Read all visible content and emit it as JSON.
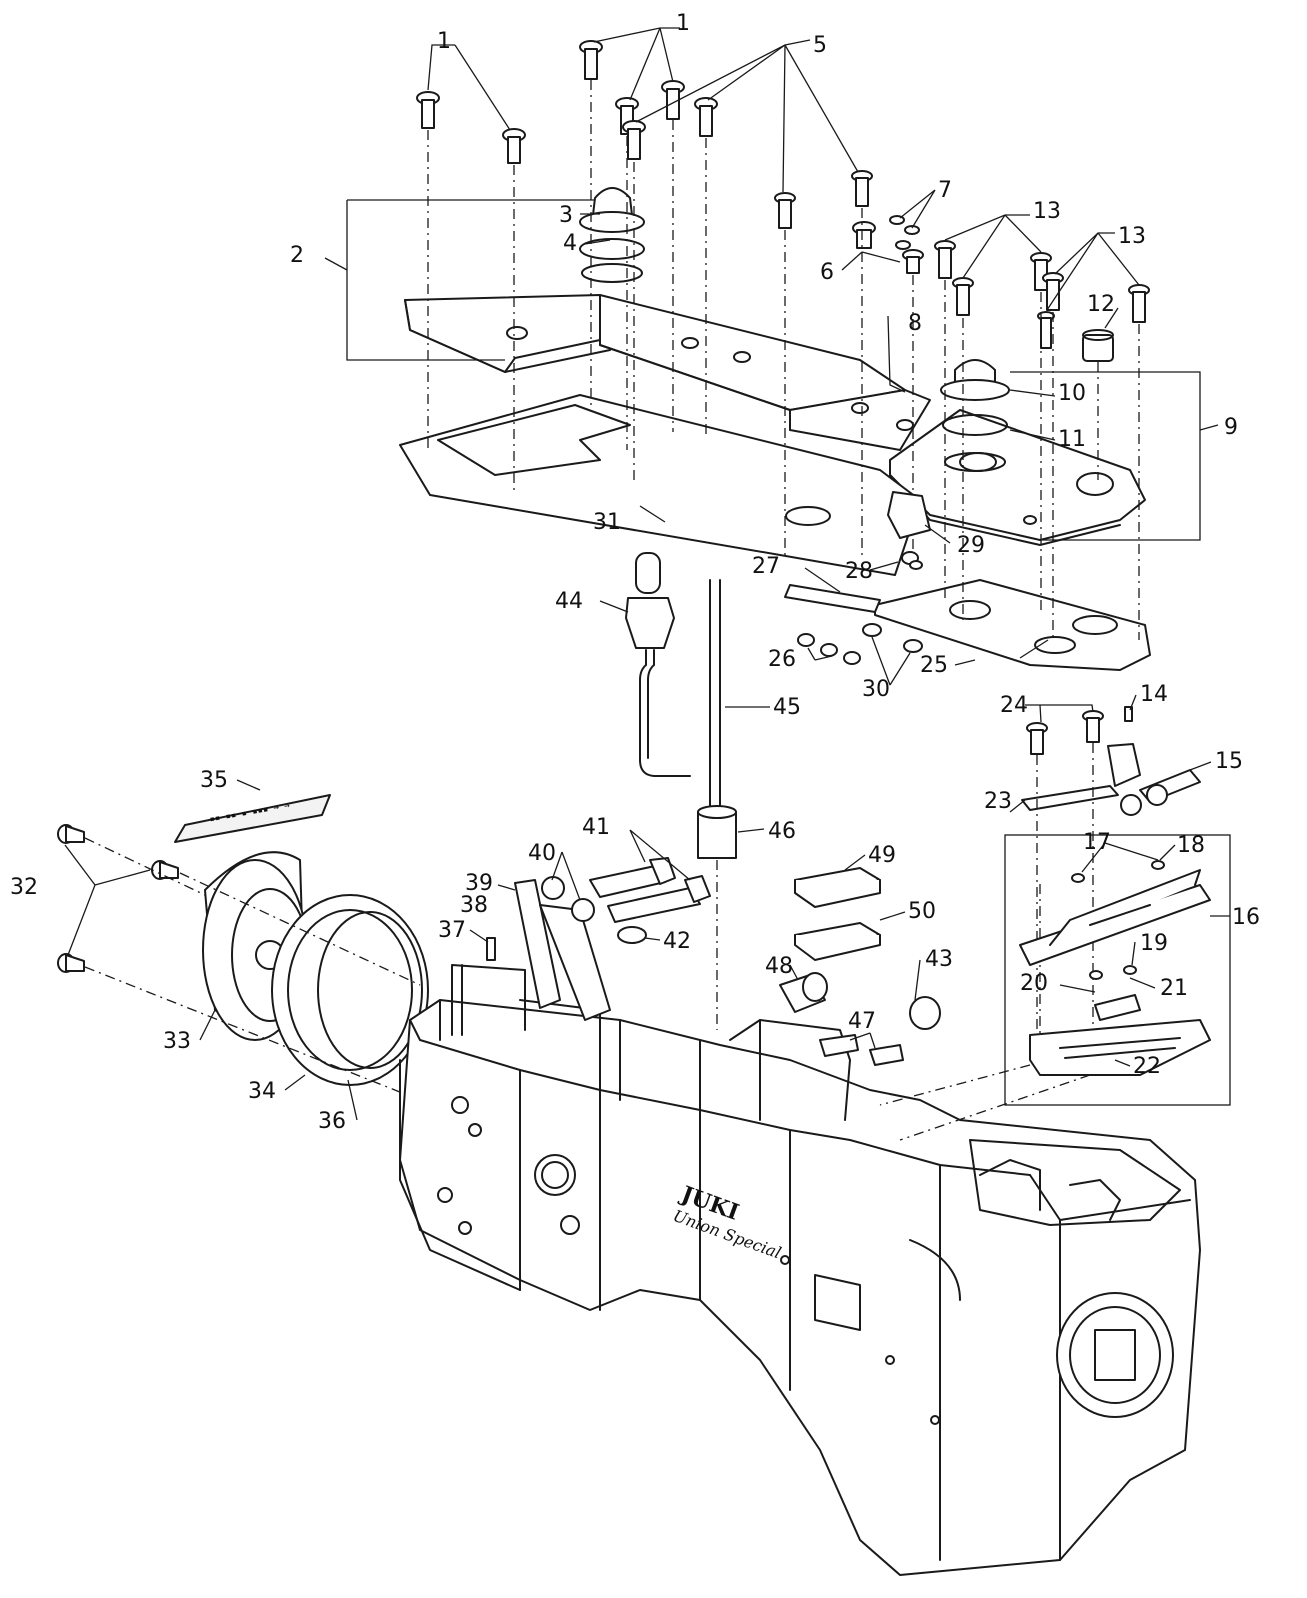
{
  "diagram": {
    "brand_main": "JUKI",
    "brand_sub": "Union Special",
    "callouts": [
      {
        "id": "c1a",
        "text": "1"
      },
      {
        "id": "c1b",
        "text": "1"
      },
      {
        "id": "c2",
        "text": "2"
      },
      {
        "id": "c3",
        "text": "3"
      },
      {
        "id": "c4",
        "text": "4"
      },
      {
        "id": "c5",
        "text": "5"
      },
      {
        "id": "c6",
        "text": "6"
      },
      {
        "id": "c7",
        "text": "7"
      },
      {
        "id": "c8",
        "text": "8"
      },
      {
        "id": "c9",
        "text": "9"
      },
      {
        "id": "c10",
        "text": "10"
      },
      {
        "id": "c11",
        "text": "11"
      },
      {
        "id": "c12",
        "text": "12"
      },
      {
        "id": "c13a",
        "text": "13"
      },
      {
        "id": "c13b",
        "text": "13"
      },
      {
        "id": "c14",
        "text": "14"
      },
      {
        "id": "c15",
        "text": "15"
      },
      {
        "id": "c16",
        "text": "16"
      },
      {
        "id": "c17",
        "text": "17"
      },
      {
        "id": "c18",
        "text": "18"
      },
      {
        "id": "c19",
        "text": "19"
      },
      {
        "id": "c20",
        "text": "20"
      },
      {
        "id": "c21",
        "text": "21"
      },
      {
        "id": "c22",
        "text": "22"
      },
      {
        "id": "c23",
        "text": "23"
      },
      {
        "id": "c24",
        "text": "24"
      },
      {
        "id": "c25",
        "text": "25"
      },
      {
        "id": "c26",
        "text": "26"
      },
      {
        "id": "c27",
        "text": "27"
      },
      {
        "id": "c28",
        "text": "28"
      },
      {
        "id": "c29",
        "text": "29"
      },
      {
        "id": "c30",
        "text": "30"
      },
      {
        "id": "c31",
        "text": "31"
      },
      {
        "id": "c32",
        "text": "32"
      },
      {
        "id": "c33",
        "text": "33"
      },
      {
        "id": "c34",
        "text": "34"
      },
      {
        "id": "c35",
        "text": "35"
      },
      {
        "id": "c36",
        "text": "36"
      },
      {
        "id": "c37",
        "text": "37"
      },
      {
        "id": "c38",
        "text": "38"
      },
      {
        "id": "c39",
        "text": "39"
      },
      {
        "id": "c40",
        "text": "40"
      },
      {
        "id": "c41",
        "text": "41"
      },
      {
        "id": "c42",
        "text": "42"
      },
      {
        "id": "c43",
        "text": "43"
      },
      {
        "id": "c44",
        "text": "44"
      },
      {
        "id": "c45",
        "text": "45"
      },
      {
        "id": "c46",
        "text": "46"
      },
      {
        "id": "c47",
        "text": "47"
      },
      {
        "id": "c48",
        "text": "48"
      },
      {
        "id": "c49",
        "text": "49"
      },
      {
        "id": "c50",
        "text": "50"
      }
    ]
  }
}
